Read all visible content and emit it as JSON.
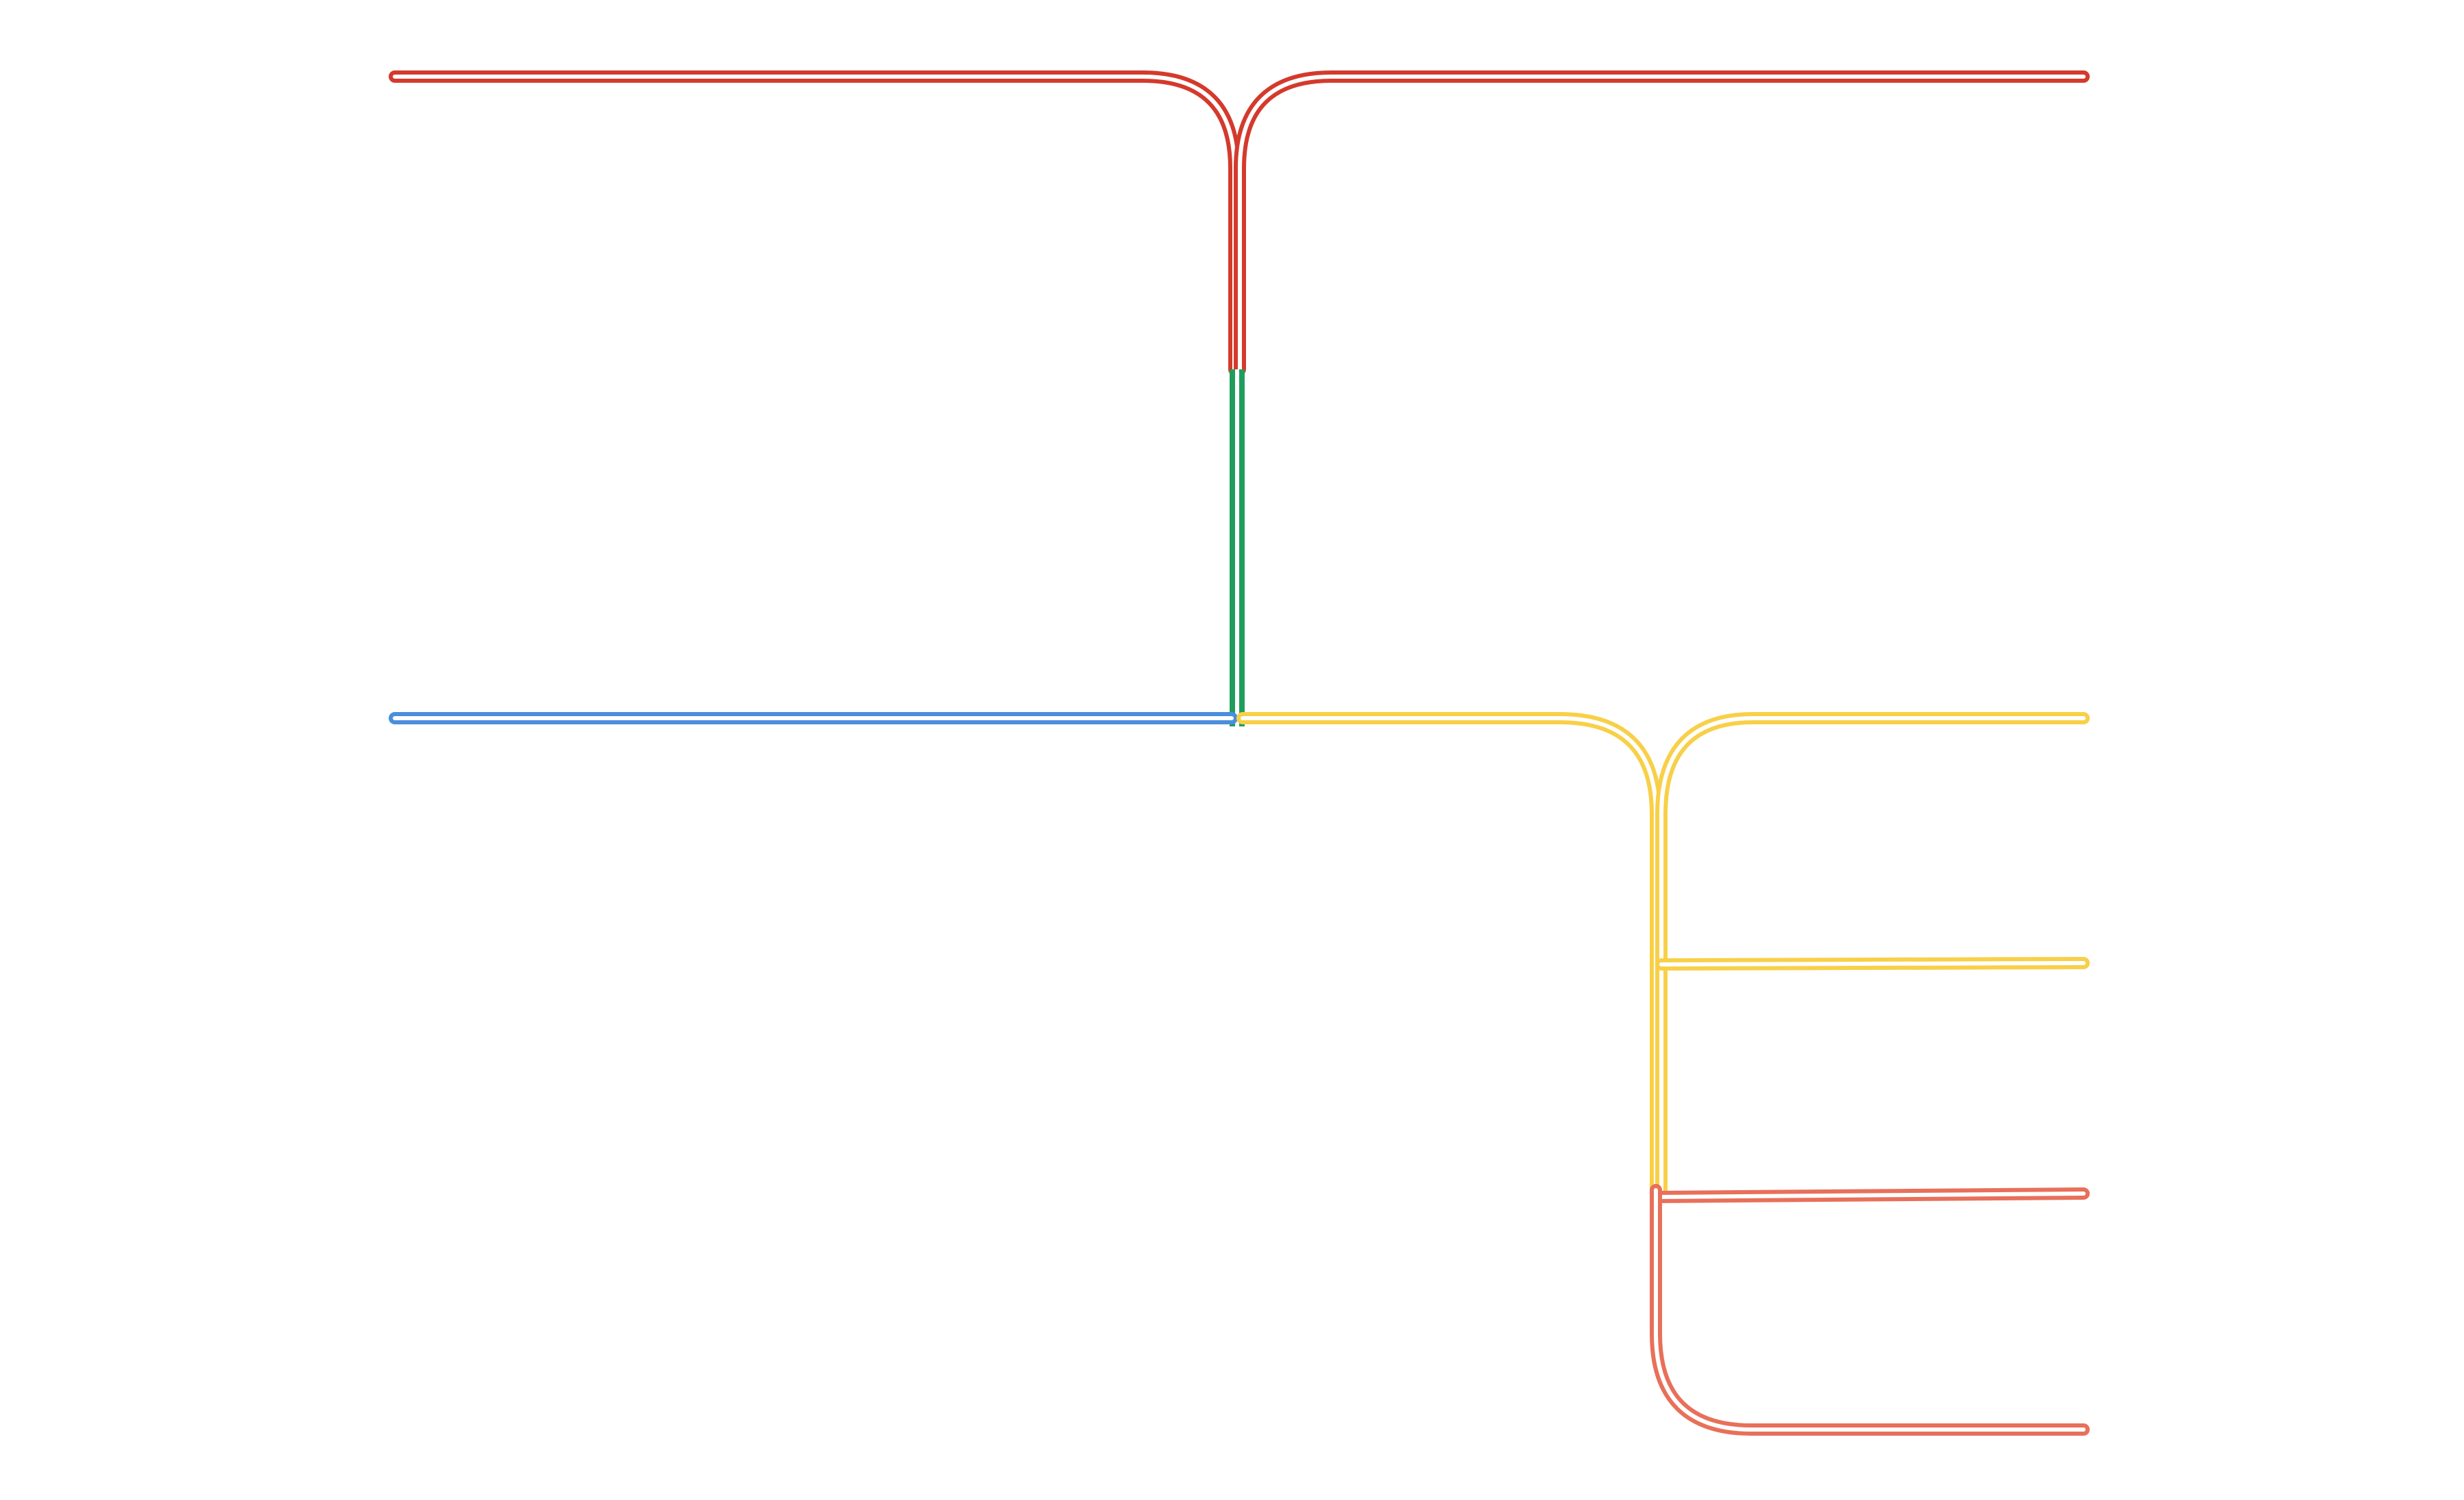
{
  "diagram": {
    "type": "branch-diagram",
    "colors": {
      "top_branch": "#d43a2c",
      "trunk": "#1f9d5c",
      "left_branch": "#4a8edc",
      "right_branch": "#f8d048",
      "lower_branch": "#e8705a"
    },
    "branches": [
      {
        "id": "top-left",
        "color_key": "top_branch"
      },
      {
        "id": "top-right",
        "color_key": "top_branch"
      },
      {
        "id": "middle-left",
        "color_key": "left_branch"
      },
      {
        "id": "middle-right",
        "color_key": "right_branch"
      },
      {
        "id": "right-mid",
        "color_key": "right_branch"
      },
      {
        "id": "lower-right-1",
        "color_key": "lower_branch"
      },
      {
        "id": "lower-right-2",
        "color_key": "lower_branch"
      }
    ]
  }
}
